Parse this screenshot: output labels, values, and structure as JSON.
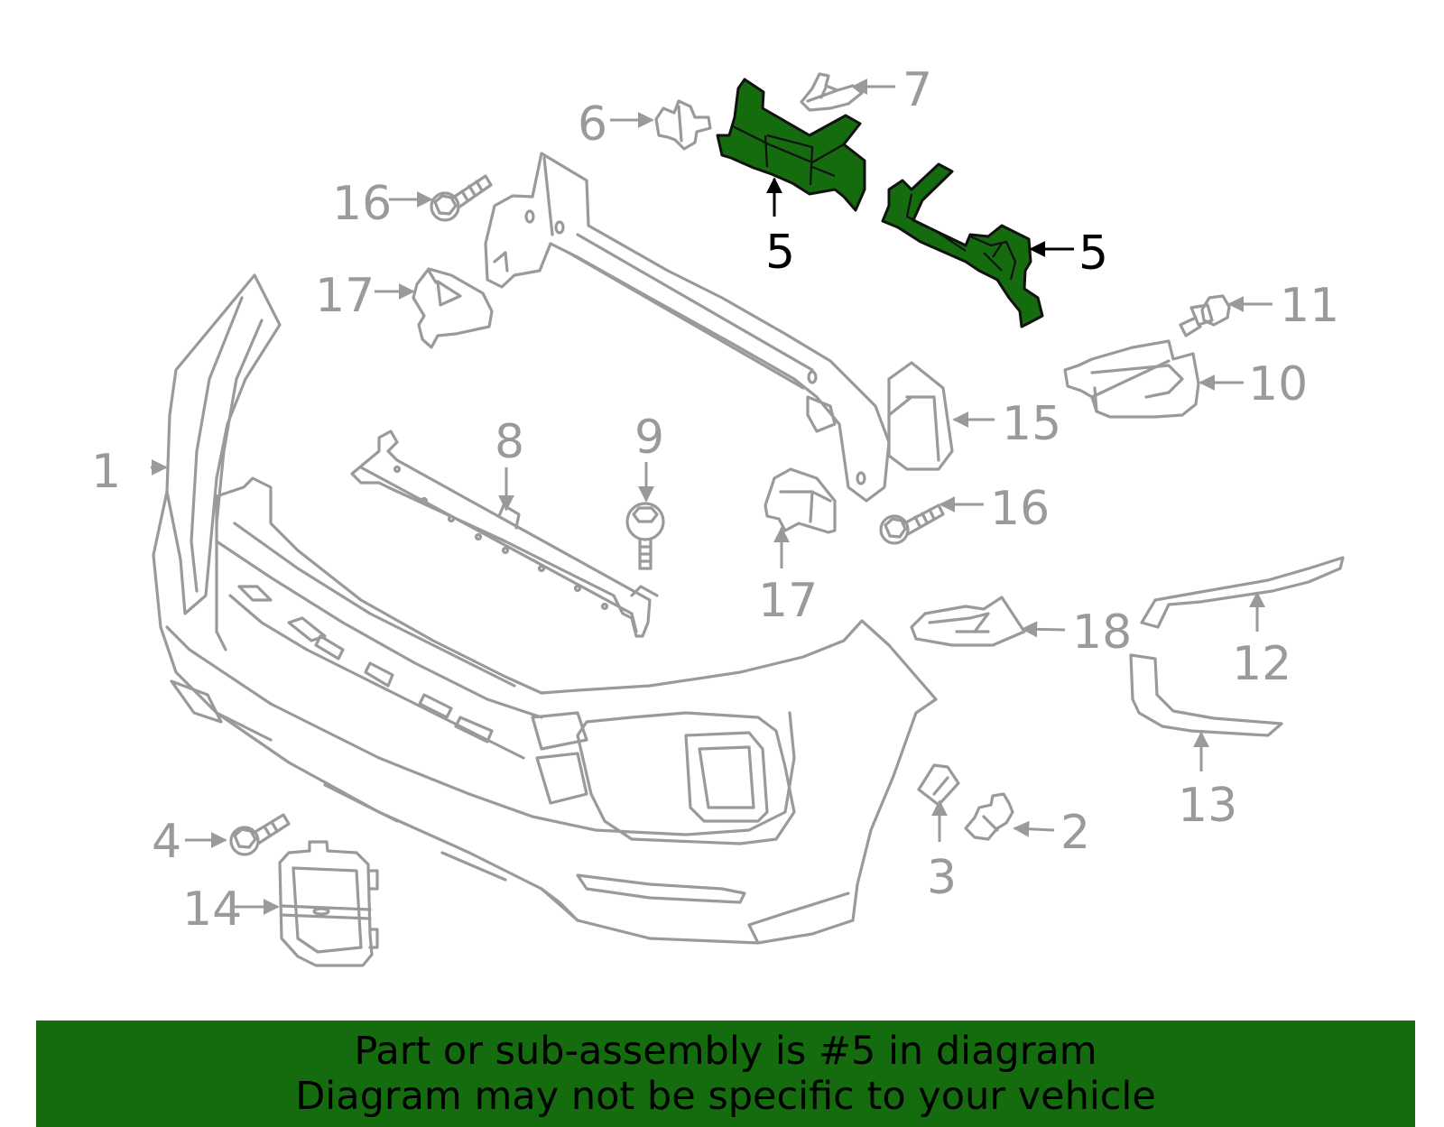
{
  "colors": {
    "highlight": "#146c0f",
    "outline": "#9a9a9a",
    "banner_background": "#146c0f",
    "banner_text": "#000000"
  },
  "callouts": {
    "c1": "1",
    "c2": "2",
    "c3": "3",
    "c4": "4",
    "c5a": "5",
    "c5b": "5",
    "c6": "6",
    "c7": "7",
    "c8": "8",
    "c9": "9",
    "c10": "10",
    "c11": "11",
    "c12": "12",
    "c13": "13",
    "c14": "14",
    "c15": "15",
    "c16a": "16",
    "c16b": "16",
    "c17a": "17",
    "c17b": "17",
    "c18": "18"
  },
  "highlighted_part": "5",
  "banner": {
    "line1": "Part or sub-assembly is #5 in diagram",
    "line2": "Diagram may not be specific to your vehicle"
  }
}
